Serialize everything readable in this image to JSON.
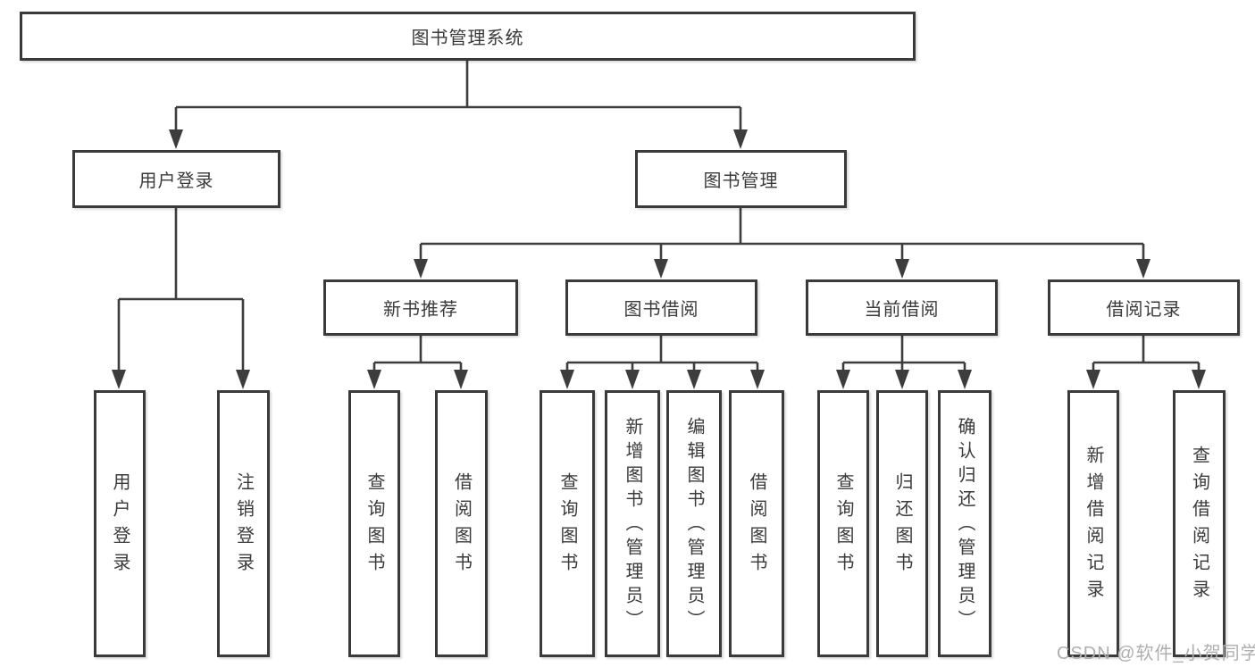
{
  "diagram": {
    "title": "图书管理系统",
    "user_login": {
      "label": "用户登录",
      "leaves": [
        {
          "label": "用户登录"
        },
        {
          "label": "注销登录"
        }
      ]
    },
    "book_mgmt": {
      "label": "图书管理",
      "sections": [
        {
          "label": "新书推荐",
          "leaves": [
            {
              "label": "查询图书"
            },
            {
              "label": "借阅图书"
            }
          ]
        },
        {
          "label": "图书借阅",
          "leaves": [
            {
              "label": "查询图书"
            },
            {
              "label": "新增图书（管理员）"
            },
            {
              "label": "编辑图书（管理员）"
            },
            {
              "label": "借阅图书"
            }
          ]
        },
        {
          "label": "当前借阅",
          "leaves": [
            {
              "label": "查询图书"
            },
            {
              "label": "归还图书"
            },
            {
              "label": "确认归还（管理员）"
            }
          ]
        },
        {
          "label": "借阅记录",
          "leaves": [
            {
              "label": "新增借阅记录"
            },
            {
              "label": "查询借阅记录"
            }
          ]
        }
      ]
    },
    "colors": {
      "line": "#3d3d3d",
      "text": "#3a3a3a",
      "box_background": "#ffffff",
      "watermark": "#aeaeae"
    }
  },
  "watermark": {
    "text": "CSDN @软件_小贺同学"
  }
}
